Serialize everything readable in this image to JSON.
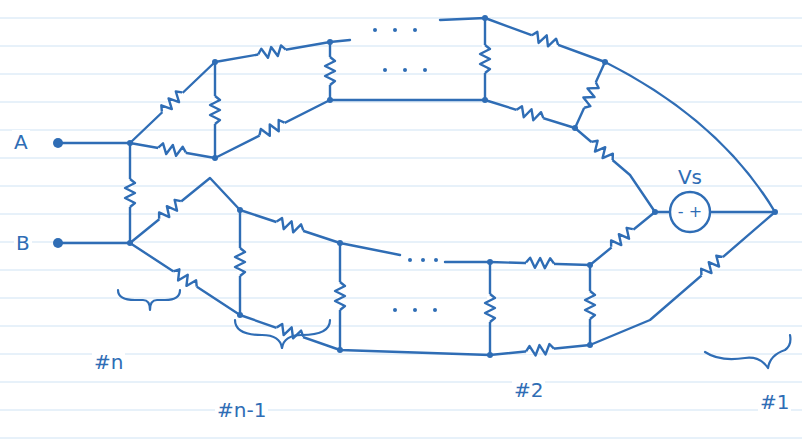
{
  "diagram": {
    "nodes": [
      {
        "text": [
          "Vs",
          "- +"
        ]
      }
    ],
    "labels": [
      "A",
      "B",
      "#n",
      "#n-1",
      "#2",
      "#1"
    ]
  }
}
